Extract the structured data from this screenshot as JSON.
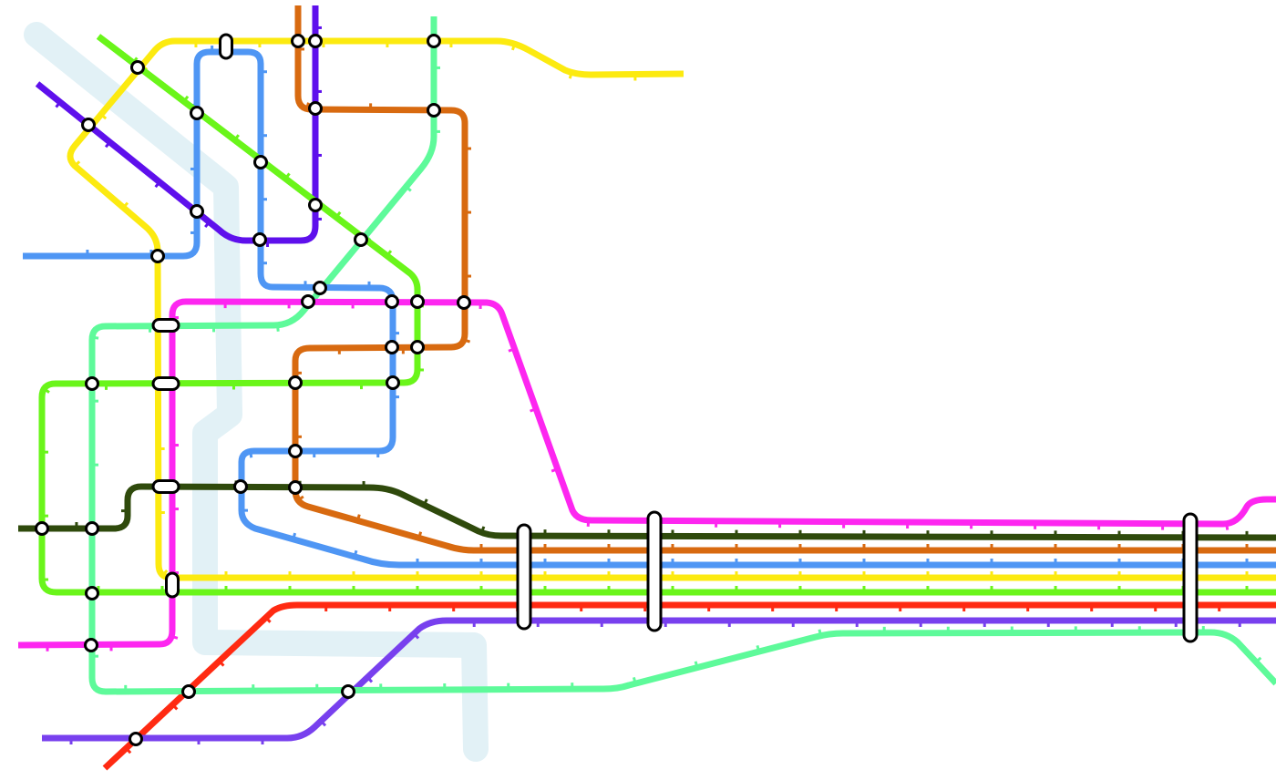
{
  "map": {
    "background": "#ffffff",
    "river_color": "#e2f1f6",
    "station_fill": "#ffffff",
    "station_outline": "#000000",
    "lines": [
      {
        "id": "river-route",
        "color": "#e2f1f6"
      },
      {
        "id": "red",
        "color": "#ff2a12"
      },
      {
        "id": "purple",
        "color": "#7840ee"
      },
      {
        "id": "mint",
        "color": "#5efa9a"
      },
      {
        "id": "lime",
        "color": "#6af51a"
      },
      {
        "id": "yellow",
        "color": "#fcea10"
      },
      {
        "id": "sky-blue",
        "color": "#4f96f4"
      },
      {
        "id": "orange",
        "color": "#d86a10"
      },
      {
        "id": "dark-green",
        "color": "#2f4a0c"
      },
      {
        "id": "magenta",
        "color": "#fd26f0"
      },
      {
        "id": "violet",
        "color": "#5e10ec"
      },
      {
        "id": "lime-diagonal",
        "color": "#6af51a"
      }
    ],
    "interchange_count": 30,
    "transfer_count": 10
  }
}
